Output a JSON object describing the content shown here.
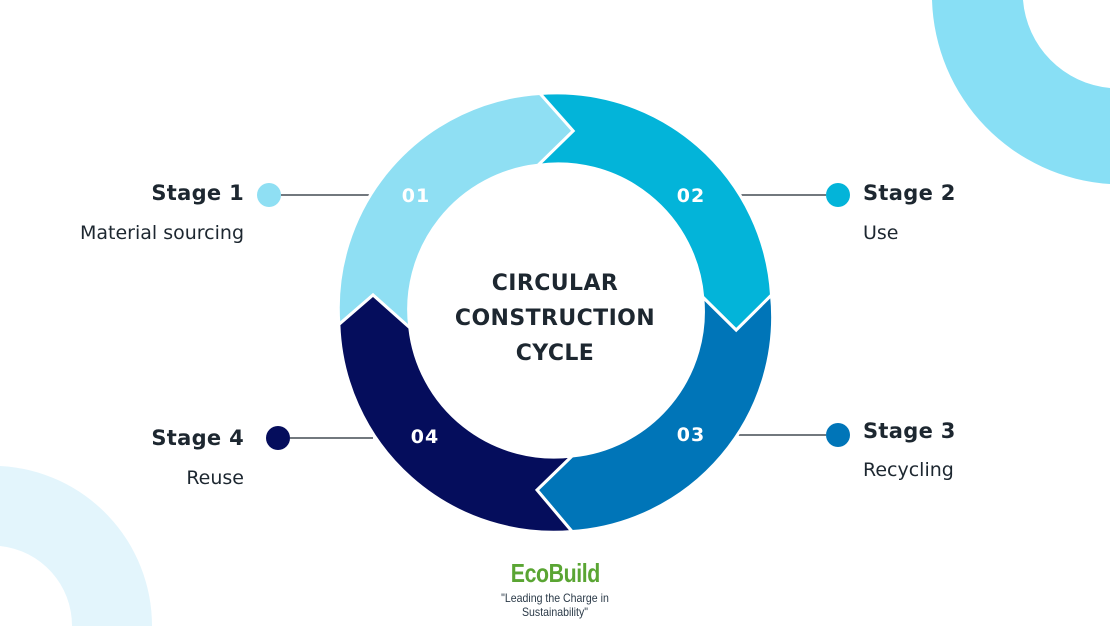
{
  "center_title": [
    "CIRCULAR",
    "CONSTRUCTION",
    "CYCLE"
  ],
  "segments": [
    {
      "number": "01",
      "color": "#8fdff3"
    },
    {
      "number": "02",
      "color": "#03b4d9"
    },
    {
      "number": "03",
      "color": "#0075b8"
    },
    {
      "number": "04",
      "color": "#050d5c"
    }
  ],
  "stages": [
    {
      "title": "Stage 1",
      "description": "Material sourcing",
      "dot_color": "#8fdff3"
    },
    {
      "title": "Stage 2",
      "description": "Use",
      "dot_color": "#03b4d9"
    },
    {
      "title": "Stage 3",
      "description": "Recycling",
      "dot_color": "#0075b8"
    },
    {
      "title": "Stage 4",
      "description": "Reuse",
      "dot_color": "#050d5c"
    }
  ],
  "brand": {
    "name": "EcoBuild",
    "tagline": "\"Leading the Charge in Sustainability\"",
    "color": "#5aa533"
  },
  "decor_colors": {
    "top_right_arc": "#88dff5",
    "bottom_left_arc": "#e3f5fc"
  }
}
